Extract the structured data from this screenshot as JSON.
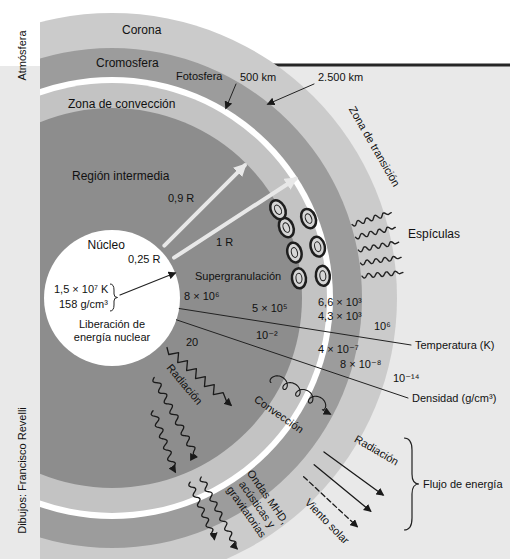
{
  "diagram": {
    "nodes": [
      {
        "text": [
          "Corona"
        ]
      },
      {
        "text": [
          "Cromosfera"
        ],
        "in": 0
      },
      {
        "text": [
          "Fotosfera"
        ],
        "in": 1
      },
      {
        "text": [
          "Zona de convección"
        ],
        "in": 2
      },
      {
        "text": [
          "Región intermedia"
        ],
        "in": 3
      },
      {
        "text": [
          "Núcleo",
          "1,5 × 10⁷ K",
          "158 g/cm³",
          "Liberación de energía nuclear"
        ],
        "in": 4
      }
    ],
    "labels": [
      "Atmósfera",
      "500 km",
      "2.500 km",
      "Zona de transición",
      "0,9 R",
      "1 R",
      "0,25 R",
      "Supergranulación",
      "Espículas",
      "8 × 10⁶",
      "20",
      "5 × 10⁵",
      "10⁻²",
      "6,6 × 10³",
      "4,3 × 10³",
      "10⁶",
      "4 × 10⁻⁷",
      "8 × 10⁻⁸",
      "10⁻¹⁴",
      "Temperatura (K)",
      "Densidad (g/cm³)",
      "Radiación",
      "Convección",
      "Radiación",
      "Ondas MHD, acústicas y gravitatorias",
      "Viento solar",
      "Flujo de energía",
      "Dibujos: Francisco Revelli"
    ]
  }
}
